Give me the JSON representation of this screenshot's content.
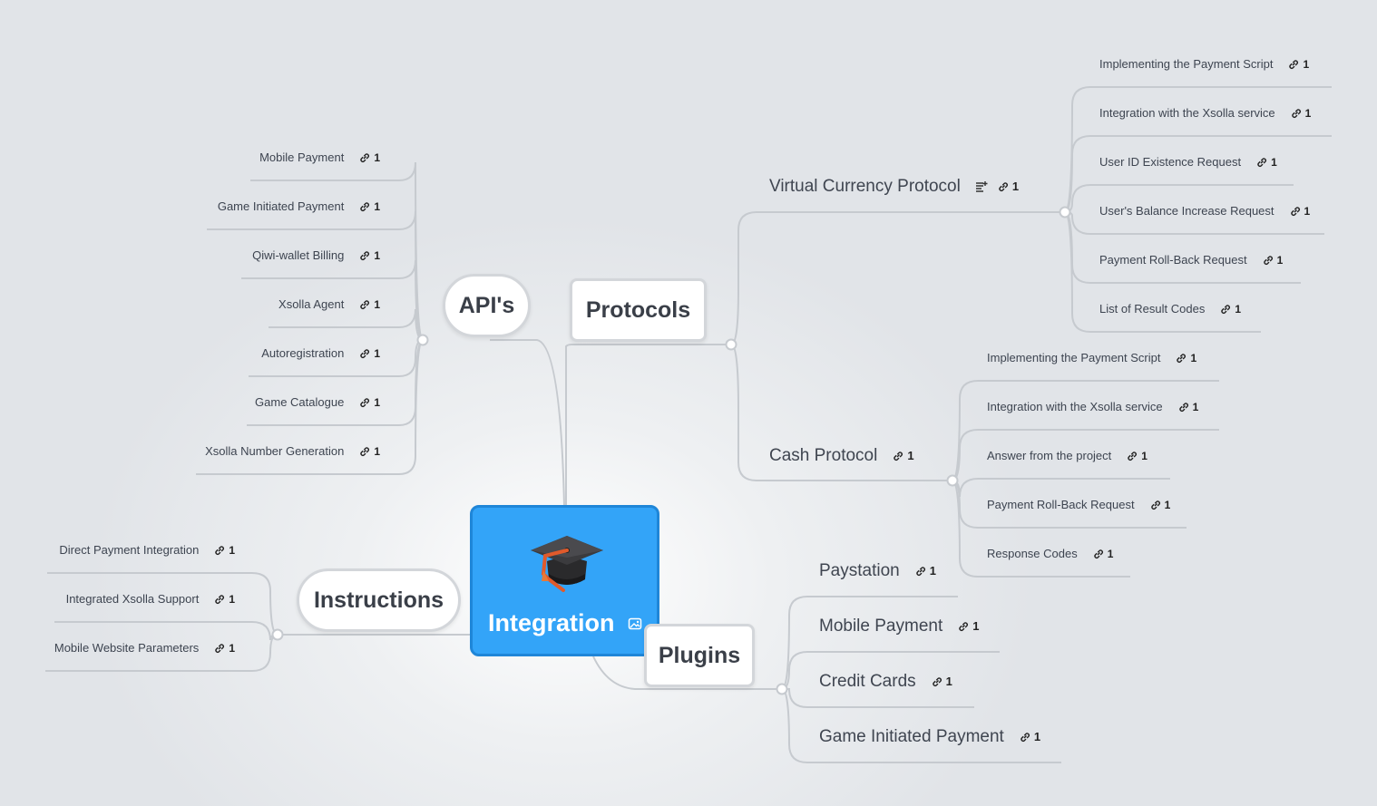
{
  "root": {
    "title": "Integration",
    "icon": "graduation-cap-icon",
    "image_marker": "image-icon",
    "color": "#33a4f8"
  },
  "branches": {
    "apis": {
      "label": "API's",
      "items": [
        {
          "label": "Mobile Payment",
          "count": "1"
        },
        {
          "label": "Game Initiated Payment",
          "count": "1"
        },
        {
          "label": "Qiwi-wallet Billing",
          "count": "1"
        },
        {
          "label": "Xsolla Agent",
          "count": "1"
        },
        {
          "label": "Autoregistration",
          "count": "1"
        },
        {
          "label": "Game Catalogue",
          "count": "1"
        },
        {
          "label": "Xsolla Number Generation",
          "count": "1"
        }
      ]
    },
    "protocols": {
      "label": "Protocols",
      "virtual": {
        "label": "Virtual Currency Protocol",
        "count": "1",
        "has_note": true,
        "items": [
          {
            "label": "Implementing the Payment Script",
            "count": "1"
          },
          {
            "label": "Integration with the Xsolla service",
            "count": "1"
          },
          {
            "label": "User ID Existence Request",
            "count": "1"
          },
          {
            "label": "User's Balance Increase Request",
            "count": "1"
          },
          {
            "label": "Payment Roll-Back Request",
            "count": "1"
          },
          {
            "label": "List of Result Codes",
            "count": "1"
          }
        ]
      },
      "cash": {
        "label": "Cash Protocol",
        "count": "1",
        "items": [
          {
            "label": "Implementing the Payment Script",
            "count": "1"
          },
          {
            "label": "Integration with the Xsolla service",
            "count": "1"
          },
          {
            "label": "Answer from the project",
            "count": "1"
          },
          {
            "label": "Payment Roll-Back Request",
            "count": "1"
          },
          {
            "label": "Response Codes",
            "count": "1"
          }
        ]
      }
    },
    "instructions": {
      "label": "Instructions",
      "items": [
        {
          "label": "Direct Payment Integration",
          "count": "1"
        },
        {
          "label": "Integrated Xsolla Support",
          "count": "1"
        },
        {
          "label": "Mobile Website Parameters",
          "count": "1"
        }
      ]
    },
    "plugins": {
      "label": "Plugins",
      "items": [
        {
          "label": "Paystation",
          "count": "1"
        },
        {
          "label": "Mobile Payment",
          "count": "1"
        },
        {
          "label": "Credit Cards",
          "count": "1"
        },
        {
          "label": "Game Initiated Payment",
          "count": "1"
        }
      ]
    }
  },
  "colors": {
    "connector": "#c6cacf",
    "pill_border": "#d3d6da",
    "text": "#3d4450"
  }
}
